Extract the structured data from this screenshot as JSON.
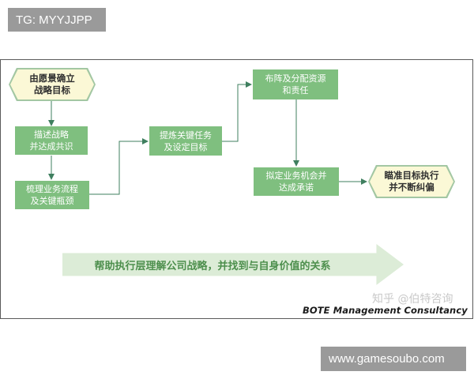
{
  "top_tag": "TG: MYYJJPP",
  "bottom_tag": "www.gamesoubo.com",
  "diagram": {
    "start": "由愿景确立\n战略目标",
    "step1": "描述战略\n并达成共识",
    "step2": "梳理业务流程\n及关键瓶颈",
    "step3": "提炼关键任务\n及设定目标",
    "step4": "布阵及分配资源\n和责任",
    "step5": "拟定业务机会并\n达成承诺",
    "end": "瞄准目标执行\n并不断纠偏",
    "banner": "帮助执行层理解公司战略，并找到与自身价值的关系"
  },
  "watermark": "知乎 @伯特咨询",
  "footer_brand": "BOTE Management Consultancy",
  "colors": {
    "box_green": "#7fbf7f",
    "hex_fill": "#fbf8d6",
    "arrow_green": "#3f7f5f",
    "banner_fill": "#dcecd7",
    "banner_text": "#4d8f4d"
  }
}
